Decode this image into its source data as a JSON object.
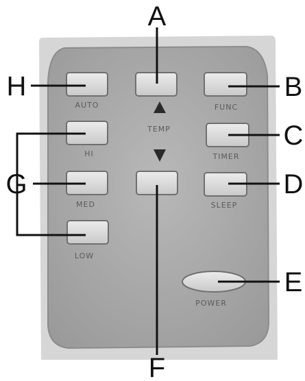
{
  "callouts": [
    "A",
    "B",
    "C",
    "D",
    "E",
    "F",
    "G",
    "H"
  ],
  "buttons": {
    "auto": "AUTO",
    "func": "FUNC",
    "temp": "TEMP",
    "hi": "HI",
    "timer": "TIMER",
    "med": "MED",
    "sleep": "SLEEP",
    "low": "LOW",
    "power": "POWER"
  },
  "colors": {
    "remote_body": "#a9a9a9",
    "remote_bezel": "#d6d6d6",
    "button": "#dcdcdc",
    "callout_line": "#111111"
  },
  "icons": {
    "temp_up": "triangle-up-icon",
    "temp_down": "triangle-down-icon"
  }
}
